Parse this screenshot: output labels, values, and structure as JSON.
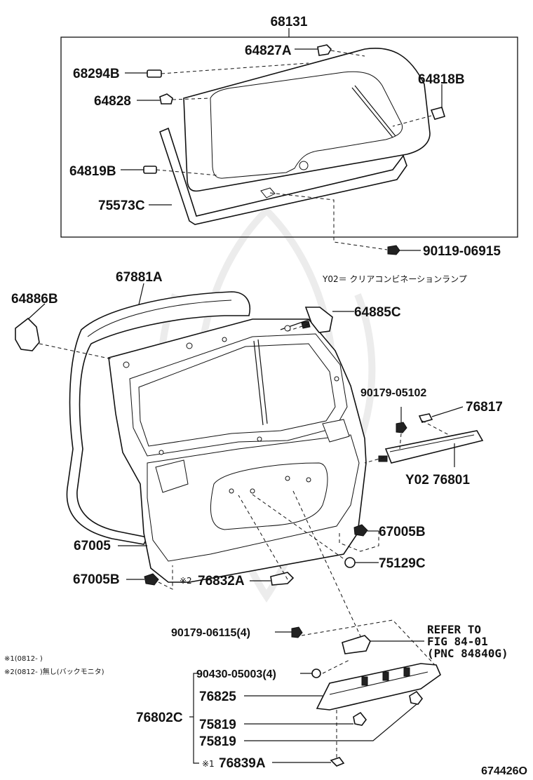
{
  "diagram": {
    "group_labels": {
      "glass_group": "68131",
      "lamp_group": "76802C"
    },
    "parts": {
      "p64827A": "64827A",
      "p68294B": "68294B",
      "p64818B": "64818B",
      "p64828": "64828",
      "p64819B": "64819B",
      "p75573C": "75573C",
      "p90119": "90119-06915",
      "p67881A": "67881A",
      "p64886B": "64886B",
      "p64885C": "64885C",
      "p90179_05102": "90179-05102",
      "p76817": "76817",
      "p76801": "Y02 76801",
      "p67005": "67005",
      "p67005B_right": "67005B",
      "p75129C": "75129C",
      "p67005B_left": "67005B",
      "p76832A": "76832A",
      "p76832A_mark": "※2",
      "p90179_06115": "90179-06115(4)",
      "p90430": "90430-05003(4)",
      "p76825": "76825",
      "p75819_a": "75819",
      "p75819_b": "75819",
      "p76839A_mark": "※1",
      "p76839A": "76839A"
    },
    "y02_note": "Y02＝ クリアコンビネーションランプ",
    "refer": {
      "line1": "REFER TO",
      "line2": "FIG 84-01",
      "line3": "(PNC 84840G)"
    },
    "footnotes": {
      "note1": "※1(0812-   )",
      "note2": "※2(0812-   )無し(バックモニタ)"
    },
    "figure_id": "674426O"
  }
}
